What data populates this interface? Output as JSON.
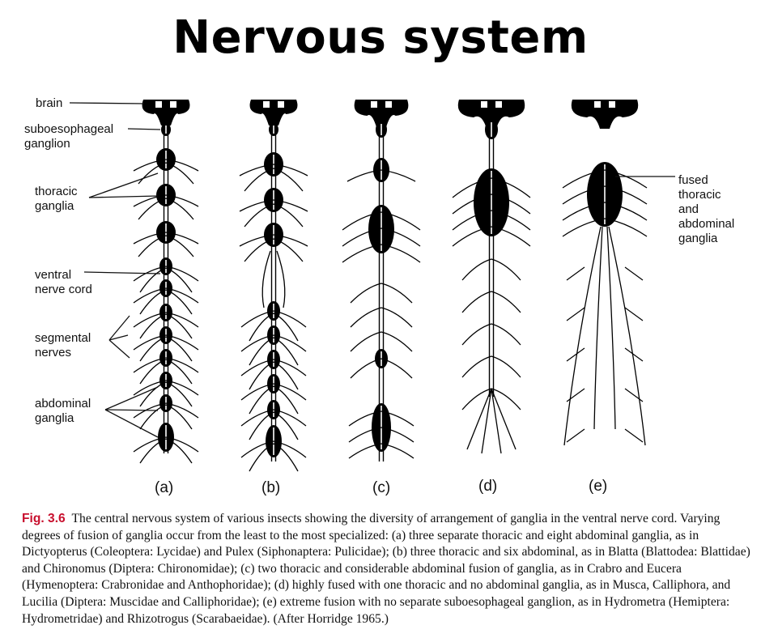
{
  "title": "Nervous system",
  "labels": {
    "brain": "brain",
    "suboesophageal_1": "suboesophageal",
    "suboesophageal_2": "ganglion",
    "thoracic_1": "thoracic",
    "thoracic_2": "ganglia",
    "ventral_1": "ventral",
    "ventral_2": "nerve cord",
    "segmental_1": "segmental",
    "segmental_2": "nerves",
    "abdominal_1": "abdominal",
    "abdominal_2": "ganglia",
    "fused_1": "fused",
    "fused_2": "thoracic",
    "fused_3": "and",
    "fused_4": "abdominal",
    "fused_5": "ganglia"
  },
  "panels": [
    "(a)",
    "(b)",
    "(c)",
    "(d)",
    "(e)"
  ],
  "caption": {
    "fig_label": "Fig. 3.6",
    "text": "The central nervous system of various insects showing the diversity of arrangement of ganglia in the ventral nerve cord. Varying degrees of fusion of ganglia occur from the least to the most specialized: (a) three separate thoracic and eight abdominal ganglia, as in Dictyopterus (Coleoptera: Lycidae) and Pulex (Siphonaptera: Pulicidae); (b) three thoracic and six abdominal, as in Blatta (Blattodea: Blattidae) and Chironomus (Diptera: Chironomidae); (c) two thoracic and considerable abdominal fusion of ganglia, as in Crabro and Eucera (Hymenoptera: Crabronidae and Anthophoridae); (d) highly fused with one thoracic and no abdominal ganglia, as in Musca, Calliphora, and Lucilia (Diptera: Muscidae and Calliphoridae); (e) extreme fusion with no separate suboesophageal ganglion, as in Hydrometra (Hemiptera: Hydrometridae) and Rhizotrogus (Scarabaeidae). (After Horridge 1965.)"
  }
}
